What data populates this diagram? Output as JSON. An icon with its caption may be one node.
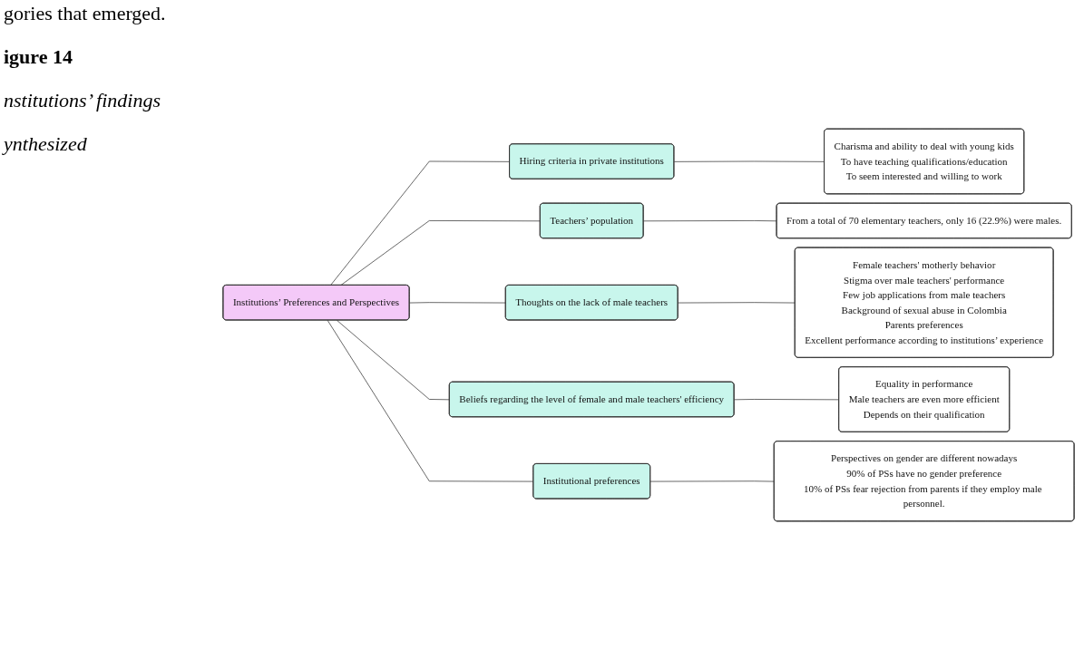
{
  "diagram": {
    "nodes": [
      {
        "text": [
          "Institutions’ Preferences and Perspectives"
        ]
      },
      {
        "text": [
          "Hiring criteria in private institutions"
        ]
      },
      {
        "text": [
          "Charisma and ability to deal with young kids",
          "To have teaching qualifications/education",
          "To seem interested and willing to work"
        ]
      },
      {
        "text": [
          "Teachers’ population"
        ]
      },
      {
        "text": [
          "From a total of 70 elementary teachers, only 16 (22.9%) were males."
        ]
      },
      {
        "text": [
          "Thoughts on the lack of male teachers"
        ]
      },
      {
        "text": [
          "Female teachers' motherly behavior",
          "Stigma over male teachers' performance",
          "Few job applications from male teachers",
          "Background of sexual abuse in Colombia",
          "Parents preferences",
          "Excellent performance according to institutions’ experience"
        ]
      },
      {
        "text": [
          "Beliefs regarding the level of female and male teachers' efficiency"
        ]
      },
      {
        "text": [
          "Equality in performance",
          "Male teachers are even more efficient",
          "Depends on their qualification"
        ]
      },
      {
        "text": [
          "Institutional preferences"
        ]
      },
      {
        "text": [
          "Perspectives on gender are different nowadays",
          "90% of PSs have no gender preference",
          "10% of PSs fear rejection from parents if they employ male personnel."
        ]
      }
    ],
    "edges": [
      {
        "from": 0,
        "to": 1,
        "arrow": "none"
      },
      {
        "from": 0,
        "to": 3,
        "arrow": "none"
      },
      {
        "from": 0,
        "to": 5,
        "arrow": "none"
      },
      {
        "from": 0,
        "to": 7,
        "arrow": "none"
      },
      {
        "from": 0,
        "to": 9,
        "arrow": "none"
      },
      {
        "from": 1,
        "to": 2,
        "arrow": "none"
      },
      {
        "from": 3,
        "to": 4,
        "arrow": "none"
      },
      {
        "from": 5,
        "to": 6,
        "arrow": "none"
      },
      {
        "from": 7,
        "to": 8,
        "arrow": "none"
      },
      {
        "from": 9,
        "to": 10,
        "arrow": "none"
      }
    ],
    "labels": [
      "gories that emerged.",
      "igure 14",
      "nstitutions’ findings",
      "ynthesized"
    ]
  }
}
